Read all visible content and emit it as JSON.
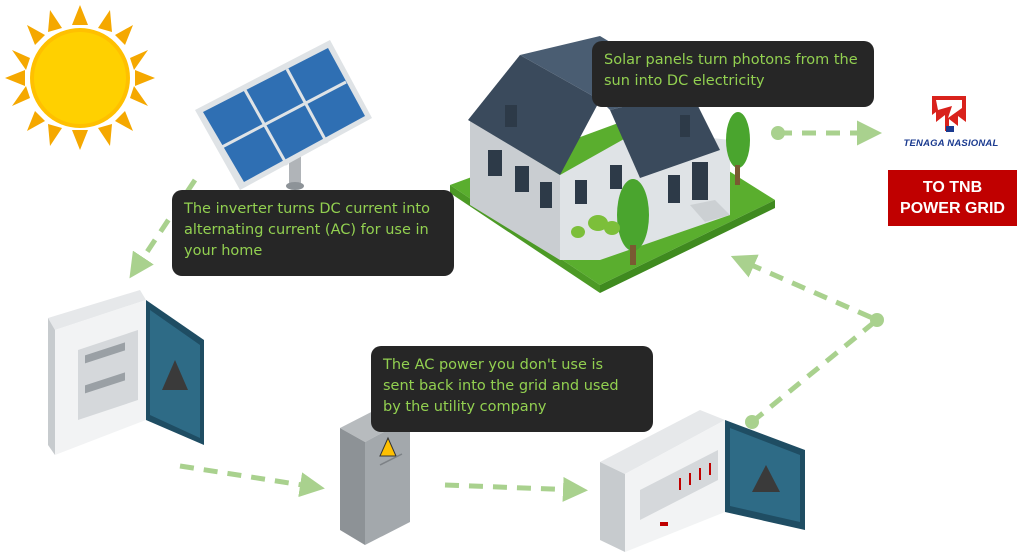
{
  "callouts": {
    "solar": [
      "Solar panels turn photons from the",
      "sun into DC electricity"
    ],
    "inverter": [
      "The inverter turns DC current into",
      "alternating current (AC) for use in",
      "your home"
    ],
    "grid": [
      "The AC power you don't use is",
      "sent back into the grid and used",
      "by the utility company"
    ]
  },
  "tnb": {
    "brand": "TENAGA NASIONAL",
    "box_line1": "TO TNB",
    "box_line2": "POWER GRID"
  },
  "icons": [
    "sun-icon",
    "solar-panel-icon",
    "house-icon",
    "inverter-cabinet-icon",
    "meter-pillar-icon",
    "distribution-board-icon",
    "tnb-logo-icon"
  ],
  "colors": {
    "callout_bg": "#262626",
    "callout_text": "#92d050",
    "arrow": "#a9d18e",
    "tnb_red": "#c00000",
    "sun": "#ffc000"
  }
}
